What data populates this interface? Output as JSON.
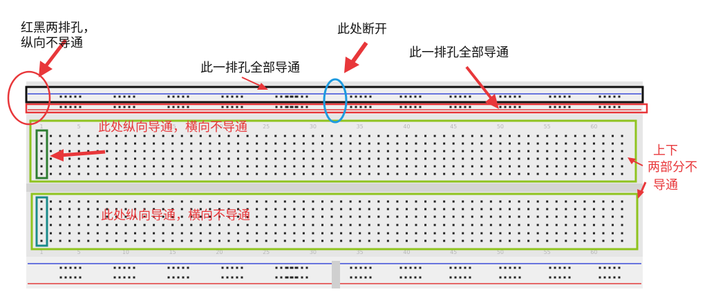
{
  "annotations": {
    "top_left_line1": "红黑两排孔，",
    "top_left_line2": "纵向不导通",
    "break_label": "此处断开",
    "left_row_label": "此一排孔全部导通",
    "right_row_label": "此一排孔全部导通",
    "upper_area_label": "此处纵向导通，横向不导通",
    "lower_area_label": "此处纵向导通，横向不导通",
    "right_line1": "上下",
    "right_line2": "两部分不",
    "right_line3": "导通"
  },
  "column_numbers": [
    "1",
    "5",
    "10",
    "15",
    "20",
    "25",
    "30",
    "35",
    "40",
    "45",
    "50",
    "55",
    "60"
  ],
  "colors": {
    "annotation_red": "#e8373a",
    "highlight_green": "#8fc31f",
    "dark_green_box": "#2e7d32",
    "teal_box": "#1a8a8a",
    "break_circle_blue": "#1e9be0",
    "rail_blue": "#3b4bd8",
    "rail_red": "#e23b3b",
    "board_gray": "#e4e4e4"
  }
}
